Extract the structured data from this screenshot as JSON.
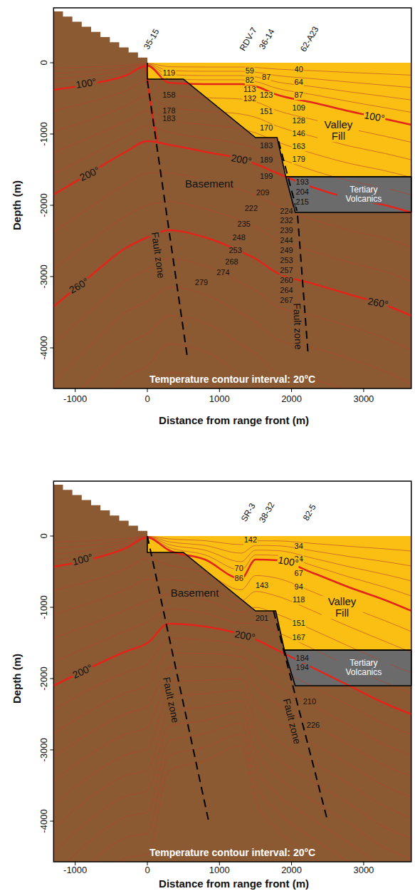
{
  "diagram": {
    "labels": [
      "35-15",
      "RDV-7",
      "36-14",
      "62-A23",
      "119",
      "59",
      "87",
      "82",
      "113",
      "123",
      "132",
      "158",
      "178",
      "183",
      "151",
      "170",
      "183",
      "189",
      "199",
      "209",
      "222",
      "235",
      "248",
      "253",
      "268",
      "274",
      "279",
      "40",
      "64",
      "87",
      "109",
      "128",
      "146",
      "163",
      "179",
      "193",
      "204",
      "215",
      "224",
      "232",
      "239",
      "244",
      "249",
      "253",
      "257",
      "260",
      "264",
      "267",
      "100°",
      "100°",
      "200°",
      "200°",
      "260°",
      "260°",
      "Valley Fill",
      "Basement",
      "Tertiary Volcanics",
      "Fault zone",
      "Fault zone",
      "Temperature contour interval: 20°C",
      "0",
      "-1000",
      "-2000",
      "-3000",
      "-4000",
      "Depth (m)",
      "-1000",
      "0",
      "1000",
      "2000",
      "3000",
      "Distance from range front (m)",
      "SR-3",
      "38-32",
      "82-5",
      "142",
      "34",
      "70",
      "86",
      "34",
      "67",
      "143",
      "94",
      "118",
      "201",
      "151",
      "167",
      "184",
      "194",
      "210",
      "226",
      "100°",
      "100°",
      "200°",
      "200°",
      "Basement",
      "Valley Fill",
      "Tertiary Volcanics",
      "Fault zone",
      "Fault zone",
      "Temperature contour interval: 20°C",
      "0",
      "-1000",
      "-2000",
      "-3000",
      "-4000",
      "Depth (m)",
      "-1000",
      "0",
      "1000",
      "2000",
      "3000",
      "Distance from range front (m)"
    ]
  }
}
